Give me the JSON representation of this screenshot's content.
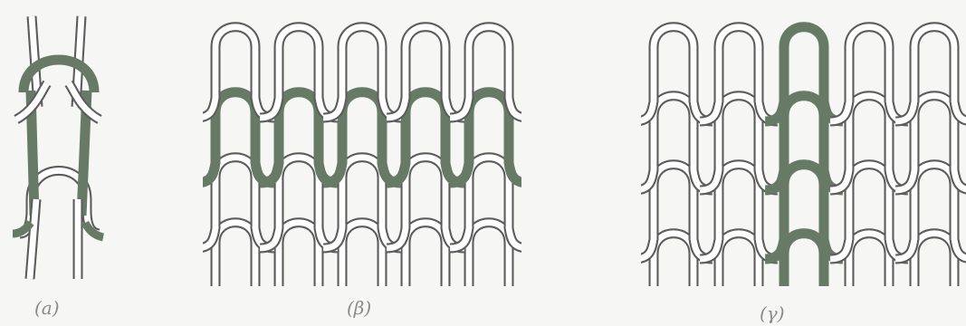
{
  "figure": {
    "panels": [
      {
        "id": "a",
        "caption": "(a)"
      },
      {
        "id": "b",
        "caption": "(β)"
      },
      {
        "id": "c",
        "caption": "(γ)"
      }
    ],
    "colors": {
      "background": "#f6f6f4",
      "outline": "#5c5c5c",
      "yarn_fill": "#ffffff",
      "highlight": "#667a66"
    }
  }
}
